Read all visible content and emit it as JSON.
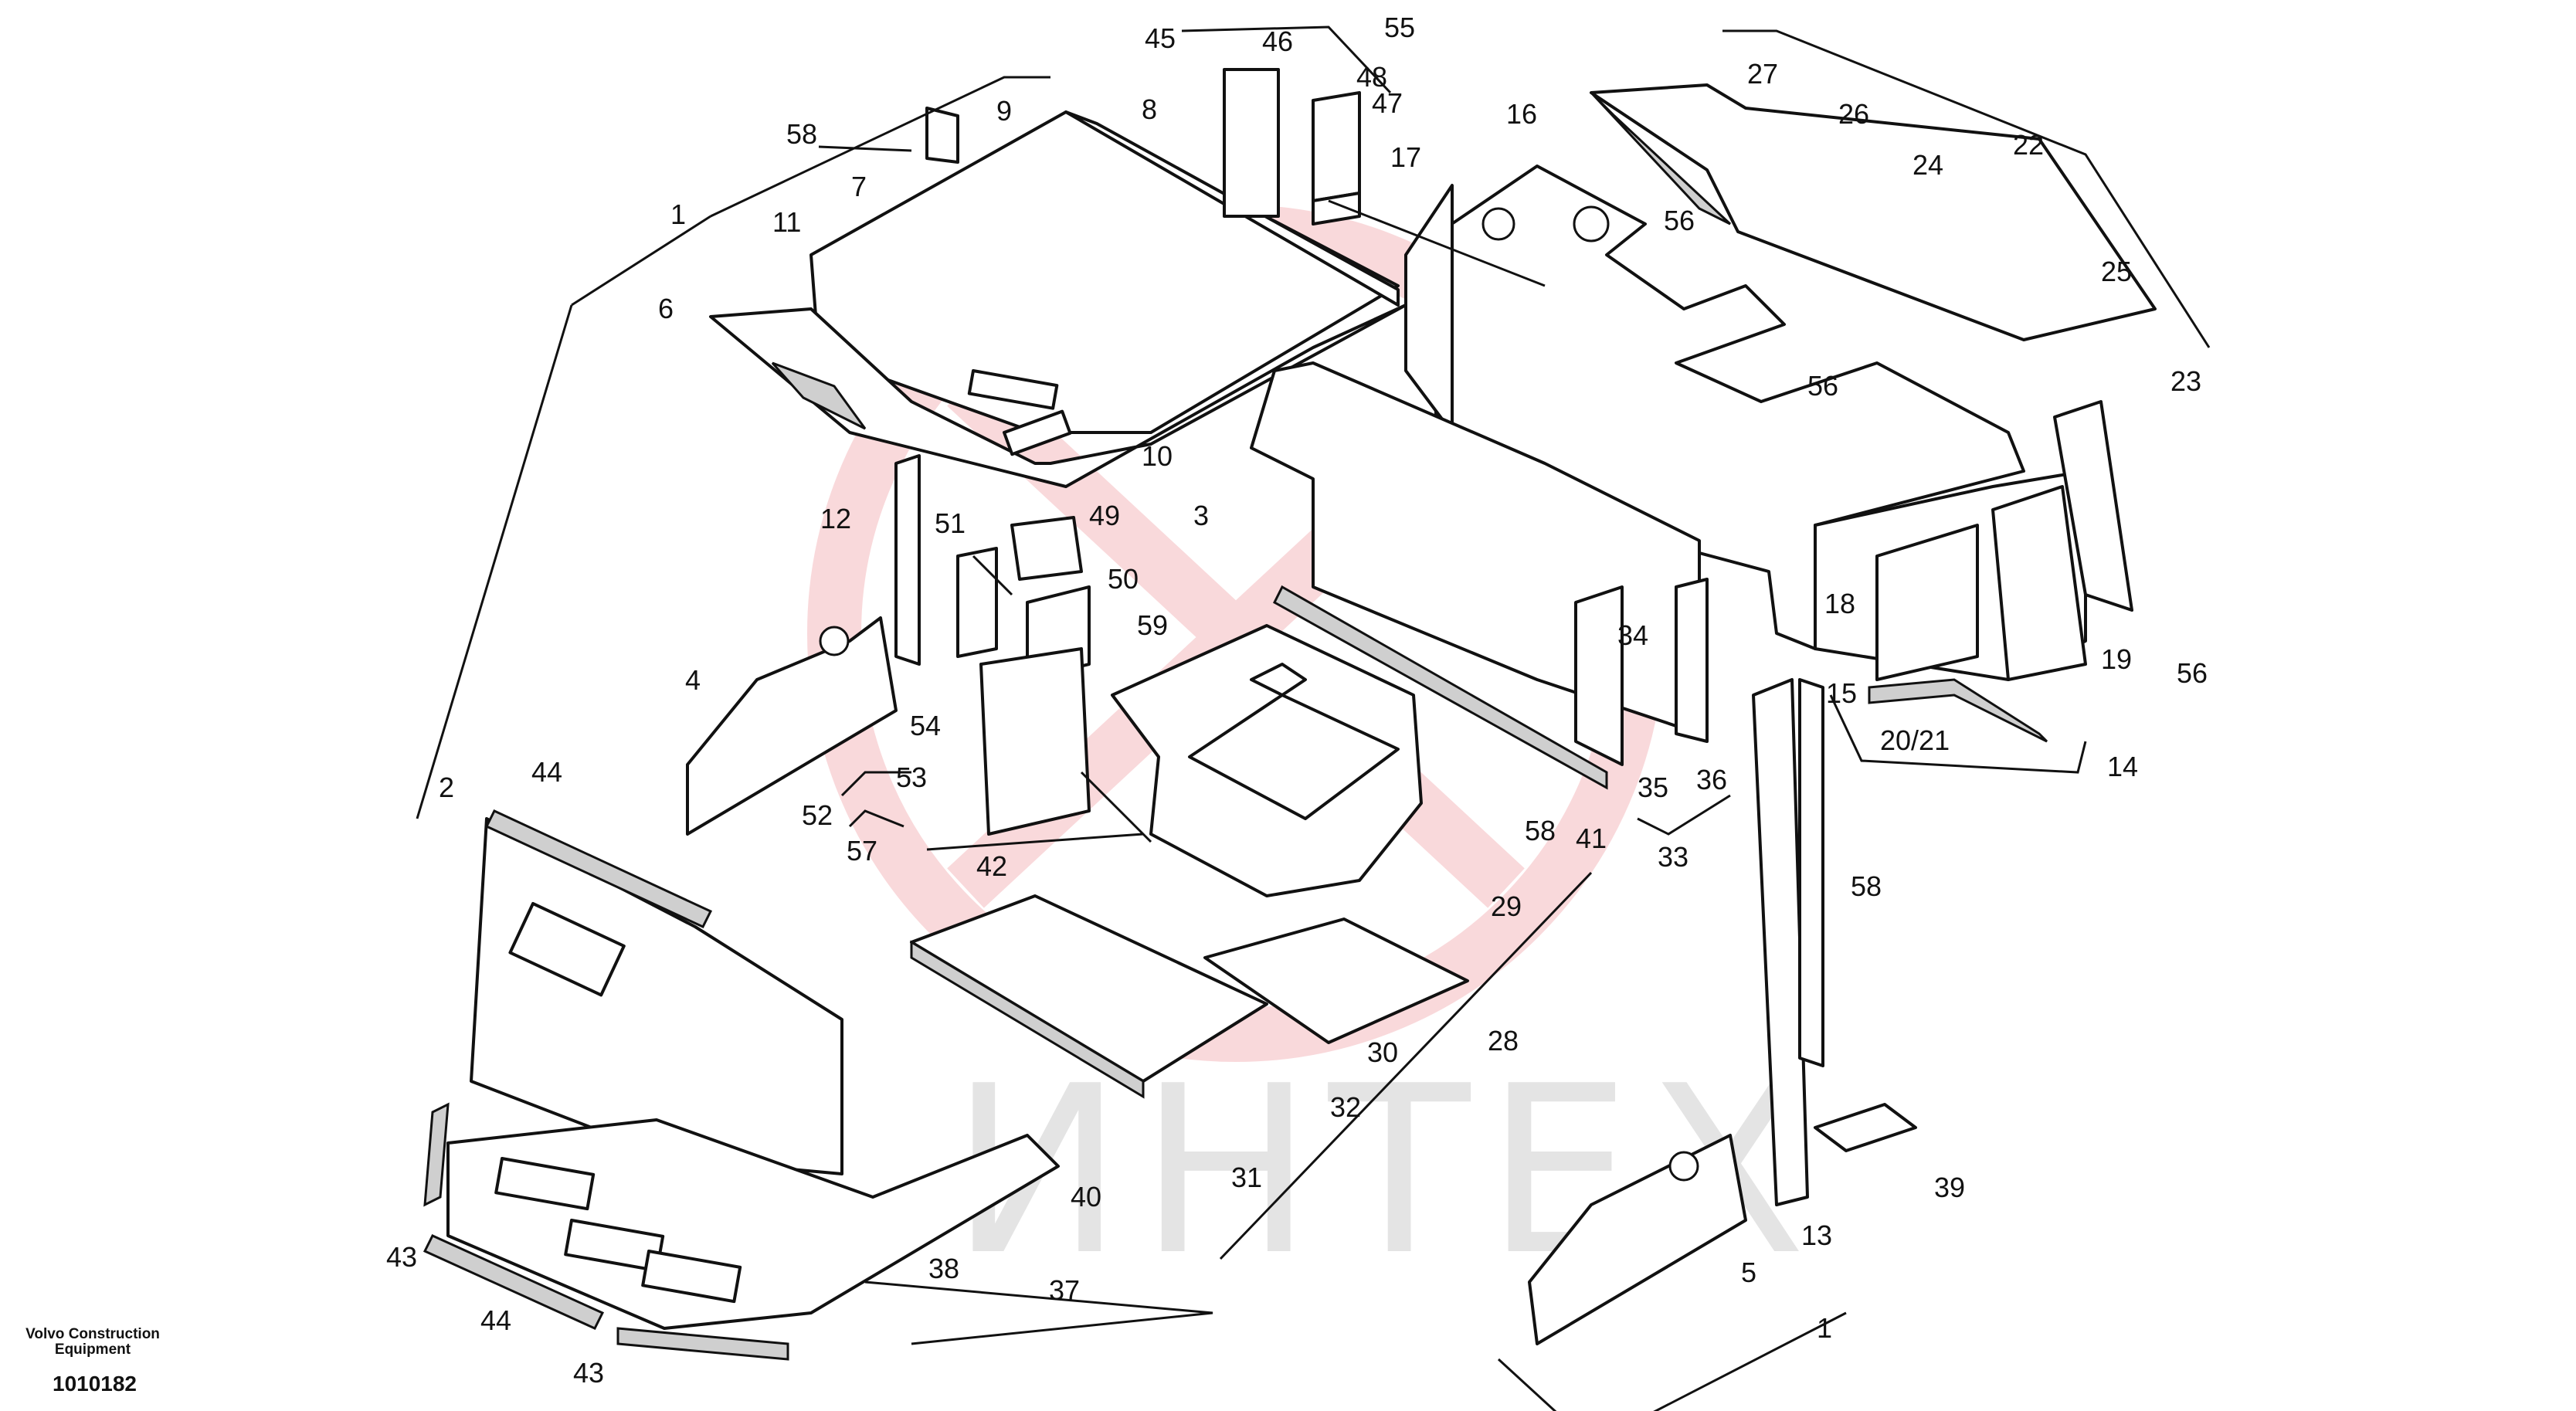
{
  "footer": {
    "maker": "Volvo Construction Equipment",
    "doc_number": "1010182"
  },
  "watermark": {
    "text": "ИНТЕХ"
  },
  "colors": {
    "line": "#111111",
    "watermark_red": "#f7d0d2",
    "watermark_gray": "#e4e4e4"
  },
  "callouts": [
    "1",
    "2",
    "3",
    "4",
    "5",
    "6",
    "7",
    "8",
    "9",
    "10",
    "11",
    "12",
    "13",
    "14",
    "15",
    "16",
    "17",
    "18",
    "19",
    "20/21",
    "22",
    "23",
    "24",
    "25",
    "26",
    "27",
    "28",
    "29",
    "30",
    "31",
    "32",
    "33",
    "34",
    "35",
    "36",
    "37",
    "38",
    "39",
    "40",
    "41",
    "42",
    "43",
    "44",
    "45",
    "46",
    "47",
    "48",
    "49",
    "50",
    "51",
    "52",
    "53",
    "54",
    "55",
    "56",
    "57",
    "58",
    "59"
  ]
}
